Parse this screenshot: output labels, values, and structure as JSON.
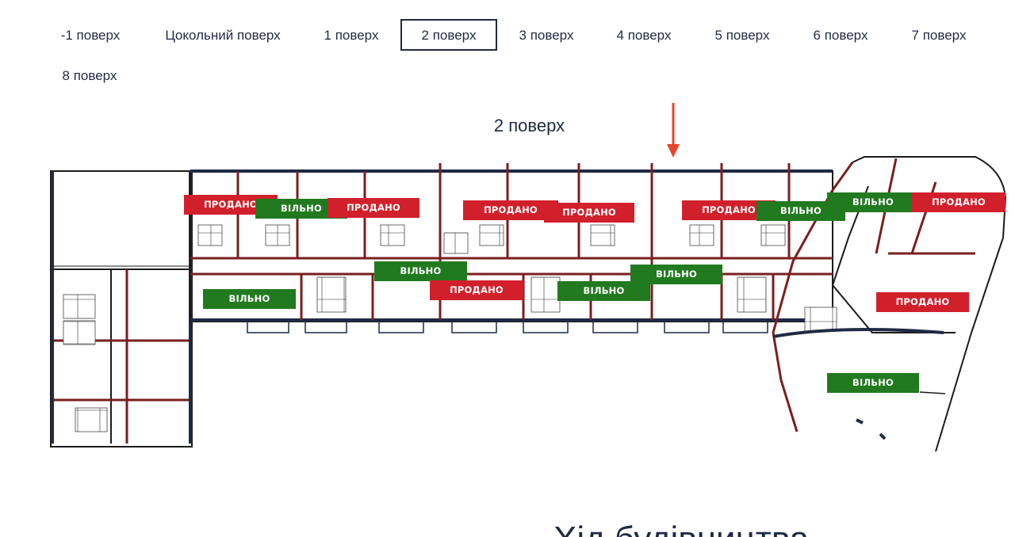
{
  "floor_tabs": [
    {
      "label": "-1 поверх"
    },
    {
      "label": "Цокольний поверх"
    },
    {
      "label": "1 поверх"
    },
    {
      "label": "2 поверх",
      "active": true
    },
    {
      "label": "3 поверх"
    },
    {
      "label": "4 поверх"
    },
    {
      "label": "5 поверх"
    },
    {
      "label": "6 поверх"
    },
    {
      "label": "7 поверх"
    },
    {
      "label": "8 поверх"
    }
  ],
  "floor_title": "2 поверх",
  "status_labels": {
    "sold": "ПРОДАНО",
    "free": "ВІЛЬНО"
  },
  "apartments": [
    {
      "status": "sold"
    },
    {
      "status": "free"
    },
    {
      "status": "sold"
    },
    {
      "status": "sold"
    },
    {
      "status": "sold"
    },
    {
      "status": "sold"
    },
    {
      "status": "free"
    },
    {
      "status": "free"
    },
    {
      "status": "sold"
    },
    {
      "status": "free"
    },
    {
      "status": "free"
    },
    {
      "status": "sold"
    },
    {
      "status": "free"
    },
    {
      "status": "free"
    },
    {
      "status": "sold"
    },
    {
      "status": "free"
    }
  ],
  "colors": {
    "sold": "#d1202b",
    "free": "#217a1f",
    "accent_arrow": "#e8452c",
    "text": "#1f2a44"
  },
  "footer_heading": "Хід будівництва"
}
